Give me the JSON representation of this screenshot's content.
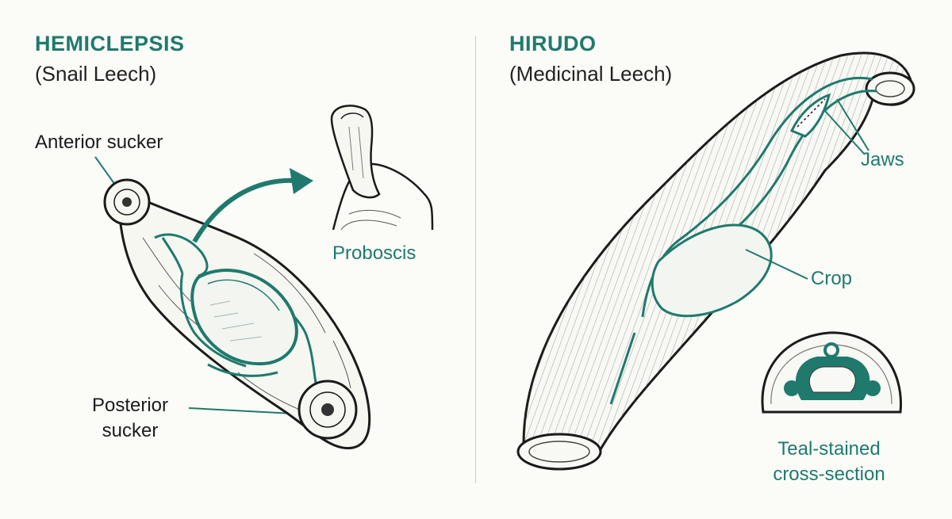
{
  "left": {
    "title": "HEMICLEPSIS",
    "subtitle": "(Snail Leech)",
    "labels": {
      "anterior_sucker": "Anterior sucker",
      "posterior_sucker_line1": "Posterior",
      "posterior_sucker_line2": "sucker",
      "proboscis": "Proboscis"
    }
  },
  "right": {
    "title": "HIRUDO",
    "subtitle": "(Medicinal Leech)",
    "labels": {
      "jaws": "Jaws",
      "crop": "Crop",
      "cross_section_line1": "Teal-stained",
      "cross_section_line2": "cross-section"
    }
  },
  "colors": {
    "accent": "#1f7a6d",
    "ink": "#1b1b1b",
    "background": "#fbfbf8"
  }
}
